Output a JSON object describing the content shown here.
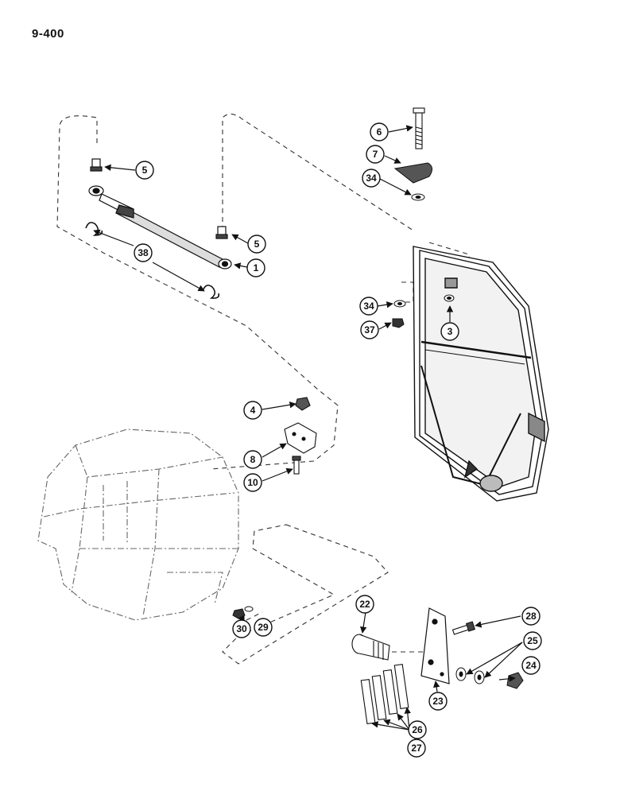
{
  "page_number": "9-400",
  "callouts": [
    {
      "id": "c6",
      "label": "6"
    },
    {
      "id": "c7",
      "label": "7"
    },
    {
      "id": "c34a",
      "label": "34"
    },
    {
      "id": "c5a",
      "label": "5"
    },
    {
      "id": "c5b",
      "label": "5"
    },
    {
      "id": "c1",
      "label": "1"
    },
    {
      "id": "c38",
      "label": "38"
    },
    {
      "id": "c34b",
      "label": "34"
    },
    {
      "id": "c37",
      "label": "37"
    },
    {
      "id": "c3",
      "label": "3"
    },
    {
      "id": "c4",
      "label": "4"
    },
    {
      "id": "c8",
      "label": "8"
    },
    {
      "id": "c10",
      "label": "10"
    },
    {
      "id": "c22",
      "label": "22"
    },
    {
      "id": "c28",
      "label": "28"
    },
    {
      "id": "c25",
      "label": "25"
    },
    {
      "id": "c24",
      "label": "24"
    },
    {
      "id": "c23",
      "label": "23"
    },
    {
      "id": "c26",
      "label": "26"
    },
    {
      "id": "c27",
      "label": "27"
    },
    {
      "id": "c30",
      "label": "30"
    },
    {
      "id": "c29",
      "label": "29"
    }
  ]
}
